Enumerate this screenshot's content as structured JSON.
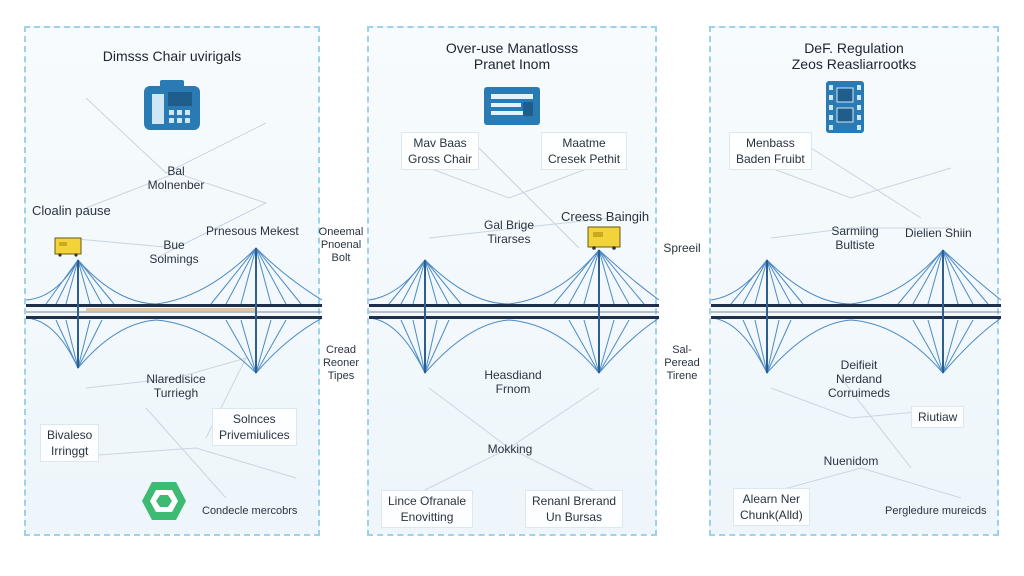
{
  "panels": [
    {
      "title_1": "Dimsss Chair uvirigals",
      "title_2": "",
      "labels": {
        "a": "Bal\nMolnenber",
        "b": "Cloalin pause",
        "c": "Bue\nSolmings",
        "d": "Prnesous Mekest",
        "e": "Nlaredisice\nTurriegh",
        "f": "Bivaleso\nIrringgt",
        "g": "Solnces\nPrivemiulices",
        "h": "Condecle mercobrs"
      }
    },
    {
      "title_1": "Over-use Manatlosss",
      "title_2": "Pranet Inom",
      "labels": {
        "a": "Mav Baas\nGross Chair",
        "b": "Maatme\nCresek Pethit",
        "c": "Gal Brige\nTirarses",
        "d": "Creess Baingih",
        "e": "Heasdiand\nFrnom",
        "f": "Mokking",
        "g": "Lince Ofranale\nEnovitting",
        "h": "Renanl Brerand\nUn Bursas"
      }
    },
    {
      "title_1": "DeF. Regulation",
      "title_2": "Zeos Reasliarrootks",
      "labels": {
        "a": "Menbass\nBaden Fruibt",
        "b": "Sarmiing\nBultiste",
        "c": "Dielien Shiin",
        "d": "Deifieit\nNerdand\nCorruimeds",
        "e": "Riutiaw",
        "f": "Nuenidom",
        "g": "Alearn Ner\nChunk(Alld)",
        "h": "Pergledure mureicds"
      }
    }
  ],
  "between_labels": {
    "left_top": "Oneemal\nPnoenal\nBolt",
    "left_bottom": "Cread\nReoner\nTipes",
    "right_top": "Spreeil",
    "right_bottom": "Sal-\nPeread\nTirene"
  },
  "colors": {
    "cable": "#3b7fbf",
    "deck": "#1e2f4a",
    "accent_yellow": "#f2d33a",
    "icon_blue": "#2a7bb3",
    "icon_green": "#3dbb72",
    "panel_border": "#9fd2ea"
  },
  "icons": [
    "calculator-icon",
    "document-icon",
    "film-strip-icon",
    "hexagon-logo-icon"
  ]
}
